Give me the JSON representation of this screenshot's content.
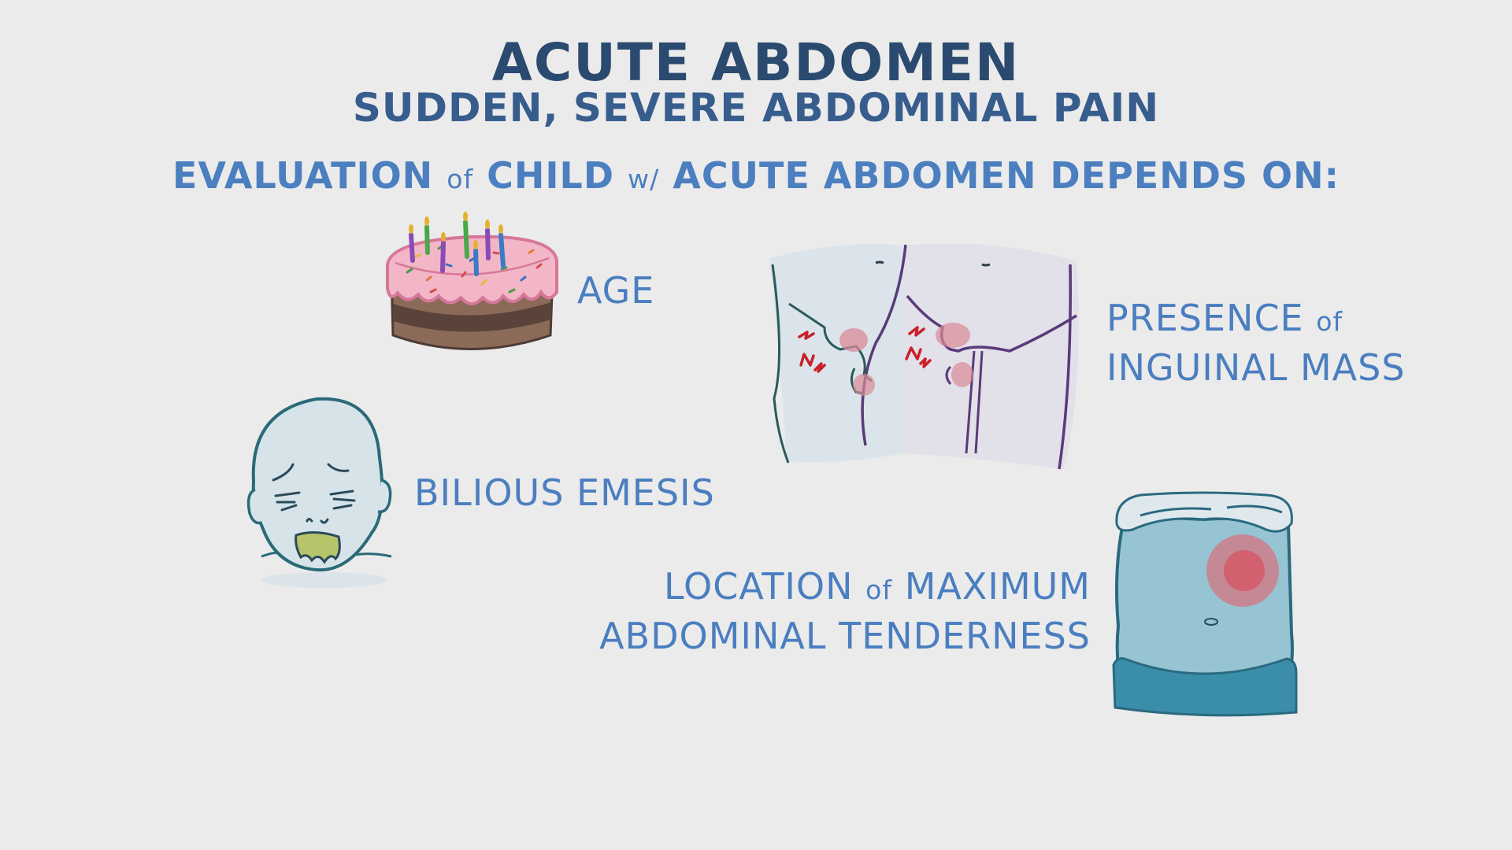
{
  "slide": {
    "title": "ACUTE ABDOMEN",
    "subtitle": "SUDDEN, SEVERE ABDOMINAL PAIN",
    "lead": {
      "part1": "EVALUATION ",
      "of": "of",
      "part2": " CHILD ",
      "w": "w/",
      "part3": " ACUTE ABDOMEN DEPENDS ON:"
    }
  },
  "factors": [
    {
      "id": "age",
      "label": "AGE",
      "icon": "birthday-cake-icon"
    },
    {
      "id": "inguinal",
      "line1_a": "PRESENCE ",
      "line1_of": "of",
      "line2": "INGUINAL MASS",
      "icon": "inguinal-hernia-illustration"
    },
    {
      "id": "emesis",
      "label": "BILIOUS EMESIS",
      "icon": "vomiting-baby-icon"
    },
    {
      "id": "tenderness",
      "line1_a": "LOCATION ",
      "line1_of": "of",
      "line1_b": " MAXIMUM",
      "line2": "ABDOMINAL TENDERNESS",
      "icon": "abdomen-tenderness-icon"
    }
  ],
  "colors": {
    "background": "#ebebeb",
    "title": "#2b4a6f",
    "subtitle": "#375d8d",
    "text": "#4a7ec0",
    "pain_marker": "#c9202a",
    "tenderness": "#d26a78"
  }
}
